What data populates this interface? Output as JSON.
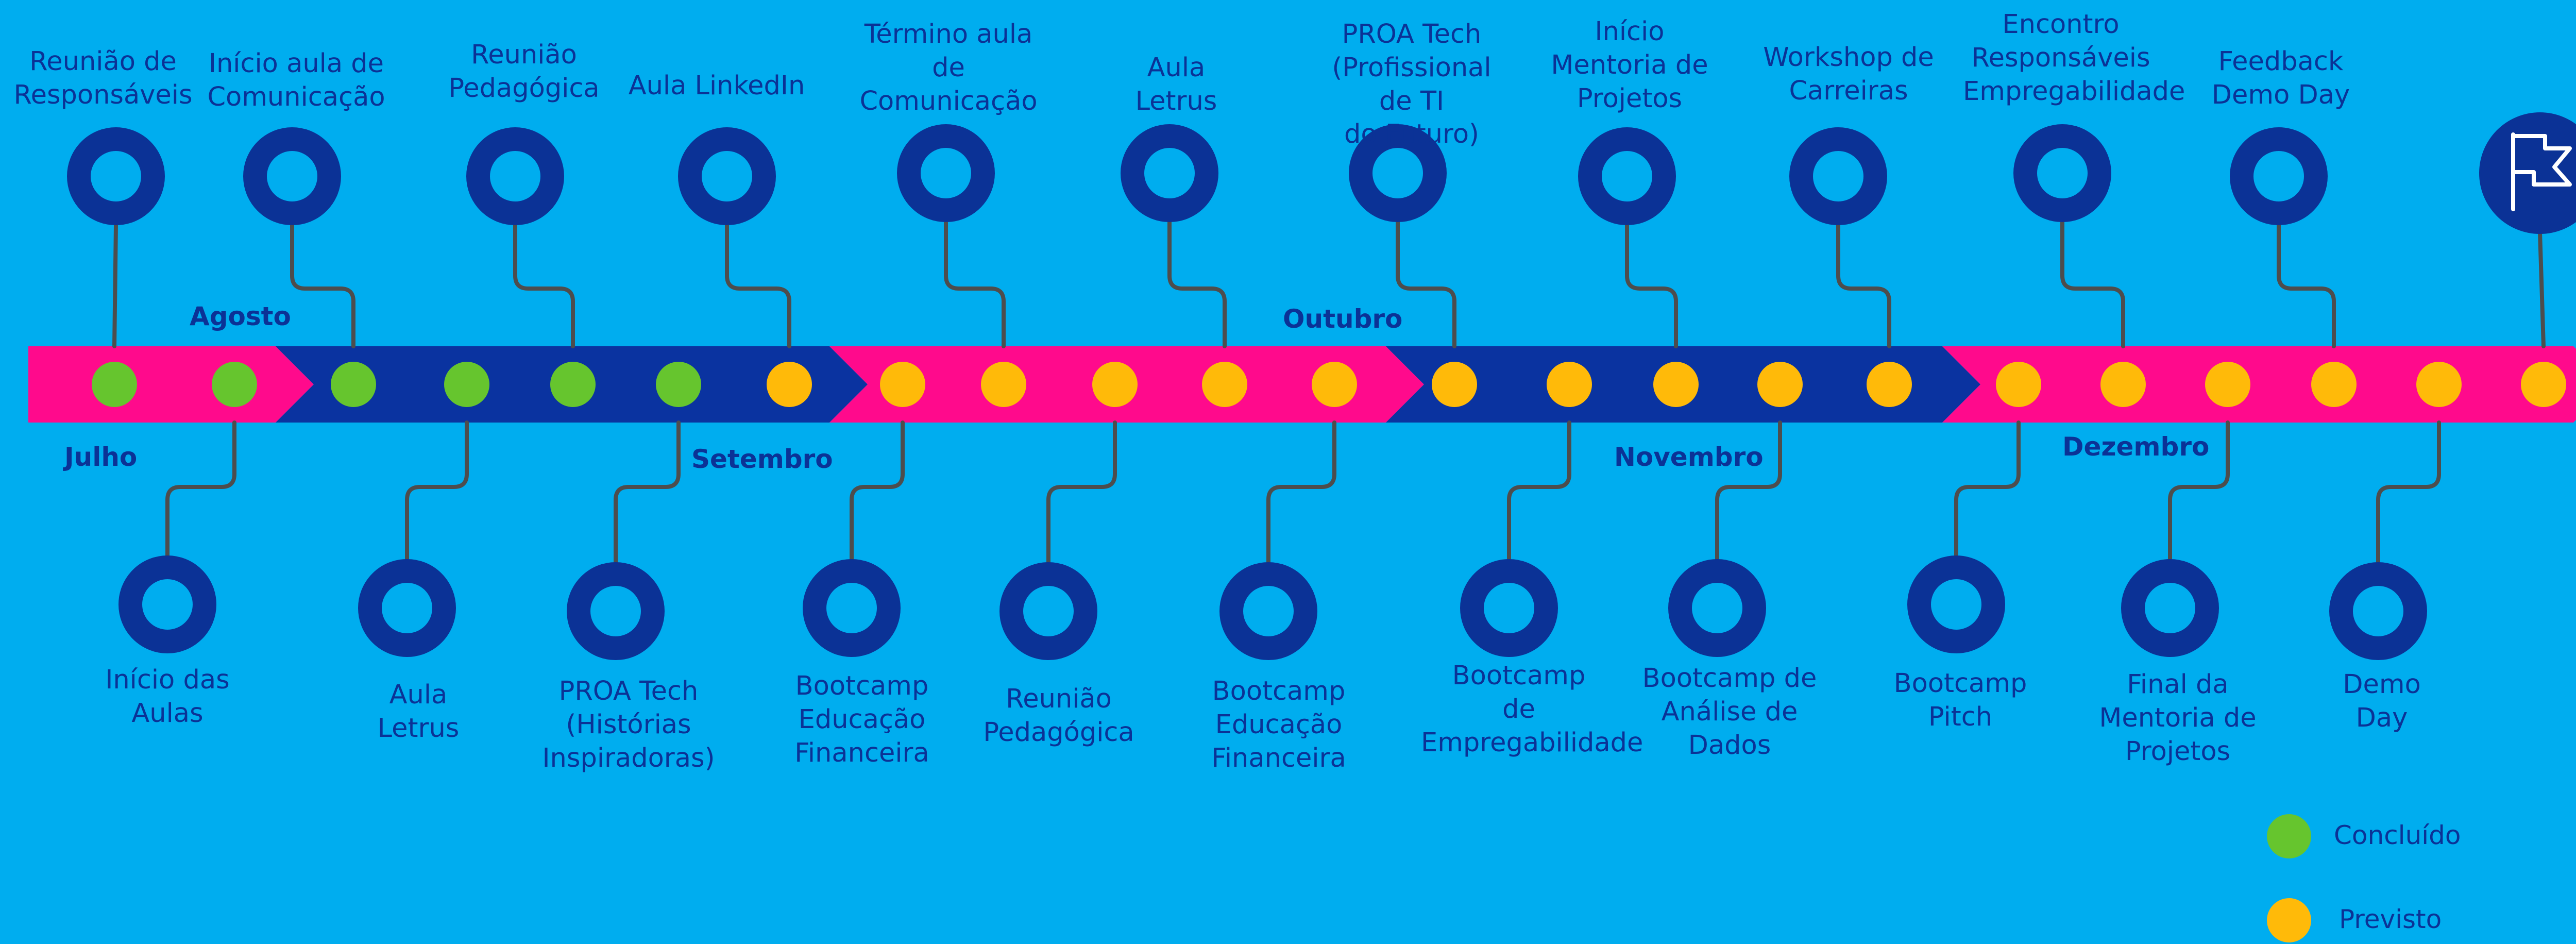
{
  "months": [
    {
      "name": "Julho",
      "position": "below"
    },
    {
      "name": "Agosto",
      "position": "above"
    },
    {
      "name": "Setembro",
      "position": "below"
    },
    {
      "name": "Outubro",
      "position": "above"
    },
    {
      "name": "Novembro",
      "position": "below"
    },
    {
      "name": "Dezembro",
      "position": "below"
    }
  ],
  "events": [
    {
      "label": "Reunião de\nResponsáveis",
      "side": "top",
      "status": "concluido",
      "month": "Julho"
    },
    {
      "label": "Início das Aulas",
      "side": "bottom",
      "status": "concluido",
      "month": "Julho"
    },
    {
      "label": "Início aula de\nComunicação",
      "side": "top",
      "status": "concluido",
      "month": "Agosto"
    },
    {
      "label": "Aula\nLetrus",
      "side": "bottom",
      "status": "concluido",
      "month": "Agosto"
    },
    {
      "label": "Reunião\nPedagógica",
      "side": "top",
      "status": "concluido",
      "month": "Agosto"
    },
    {
      "label": "PROA Tech\n(Histórias\nInspiradoras)",
      "side": "bottom",
      "status": "concluido",
      "month": "Agosto"
    },
    {
      "label": "Aula LinkedIn",
      "side": "top",
      "status": "previsto",
      "month": "Agosto"
    },
    {
      "label": "Bootcamp\nEducação\nFinanceira",
      "side": "bottom",
      "status": "previsto",
      "month": "Setembro"
    },
    {
      "label": "Término aula de\nComunicação",
      "side": "top",
      "status": "previsto",
      "month": "Setembro"
    },
    {
      "label": "Reunião\nPedagógica",
      "side": "bottom",
      "status": "previsto",
      "month": "Setembro"
    },
    {
      "label": "Aula\nLetrus",
      "side": "top",
      "status": "previsto",
      "month": "Setembro"
    },
    {
      "label": "Bootcamp\nEducação\nFinanceira",
      "side": "bottom",
      "status": "previsto",
      "month": "Setembro"
    },
    {
      "label": "PROA Tech\n(Profissional de TI\ndo Futuro)",
      "side": "top",
      "status": "previsto",
      "month": "Outubro"
    },
    {
      "label": "Bootcamp\nde\nEmpregabilidade",
      "side": "bottom",
      "status": "previsto",
      "month": "Outubro"
    },
    {
      "label": "Início\nMentoria de\nProjetos",
      "side": "top",
      "status": "previsto",
      "month": "Outubro"
    },
    {
      "label": "Bootcamp de\nAnálise de\nDados",
      "side": "bottom",
      "status": "previsto",
      "month": "Outubro"
    },
    {
      "label": "Workshop de\nCarreiras",
      "side": "top",
      "status": "previsto",
      "month": "Outubro"
    },
    {
      "label": "Bootcamp\nPitch",
      "side": "bottom",
      "status": "previsto",
      "month": "Novembro"
    },
    {
      "label": "Encontro\nResponsáveis\nEmpregabilidade",
      "side": "top",
      "status": "previsto",
      "month": "Novembro"
    },
    {
      "label": "Final da\nMentoria de\nProjetos",
      "side": "bottom",
      "status": "previsto",
      "month": "Novembro"
    },
    {
      "label": "Feedback\nDemo Day",
      "side": "top",
      "status": "previsto",
      "month": "Novembro"
    },
    {
      "label": "Demo\nDay",
      "side": "bottom",
      "status": "previsto",
      "month": "Novembro"
    },
    {
      "label": "",
      "side": "end",
      "status": "previsto",
      "month": "Novembro",
      "icon": "flag-icon"
    }
  ],
  "legend": [
    {
      "label": "Concluído",
      "status": "concluido"
    },
    {
      "label": "Previsto",
      "status": "previsto"
    }
  ],
  "colors": {
    "background": "#00ADEF",
    "band_pink": "#FF0A8C",
    "band_navy": "#0A33A0",
    "marker_ring": "#0B3296",
    "connector": "#4D4D4D",
    "text": "#0B3296",
    "concluido": "#66C52E",
    "previsto": "#FFBA09"
  }
}
